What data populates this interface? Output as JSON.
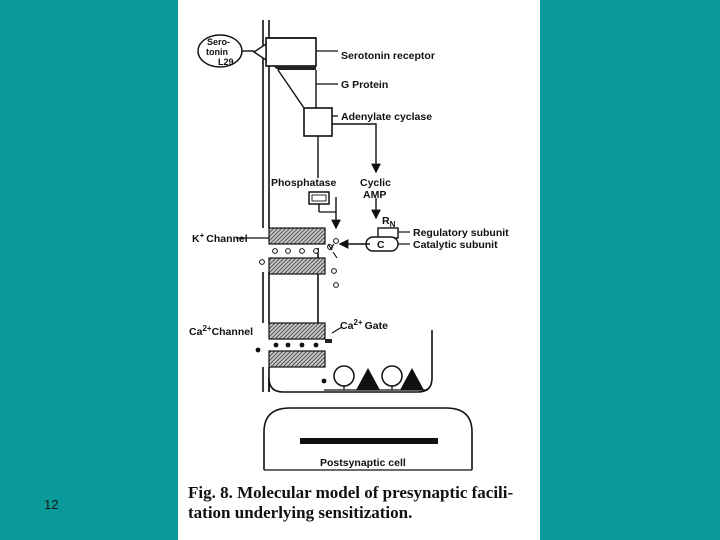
{
  "slide": {
    "background_color": "#0a9a9a",
    "page_number": "12"
  },
  "figure": {
    "labels": {
      "serotonin_line1": "Sero-",
      "serotonin_line2": "tonin",
      "serotonin_line3": "L29",
      "serotonin_receptor": "Serotonin receptor",
      "g_protein": "G Protein",
      "adenylate_cyclase": "Adenylate cyclase",
      "phosphatase": "Phosphatase",
      "cyclic": "Cyclic",
      "amp": "AMP",
      "rn_r": "R",
      "rn_n": "N",
      "catalytic_c": "C",
      "regulatory_subunit": "Regulatory subunit",
      "catalytic_subunit": "Catalytic subunit",
      "k_channel_k": "K",
      "k_channel_plus": "+",
      "k_channel_text": "Channel",
      "ca_channel_ca": "Ca",
      "ca_channel_sup": "2+",
      "ca_channel_text": "Channel",
      "ca_gate_ca": "Ca",
      "ca_gate_sup": "2+",
      "ca_gate_text": "Gate",
      "postsynaptic_cell": "Postsynaptic cell"
    },
    "caption": {
      "line1": "Fig. 8. Molecular model of presynaptic facili-",
      "line2": "tation underlying sensitization."
    }
  }
}
